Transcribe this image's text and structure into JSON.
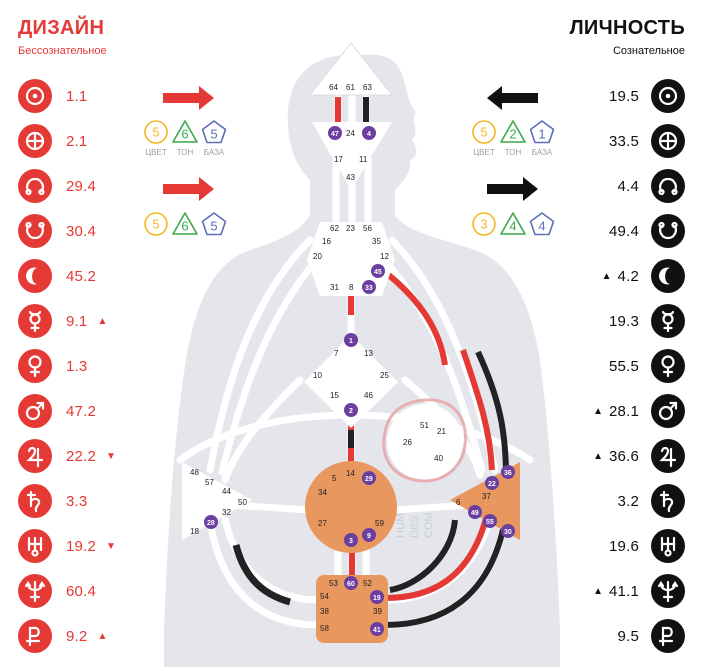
{
  "design": {
    "title": "ДИЗАЙН",
    "subtitle": "Бессознательное",
    "color": "#e53935",
    "rows": [
      {
        "icon": "sun-icon",
        "value": "1.1",
        "marker": ""
      },
      {
        "icon": "earth-icon",
        "value": "2.1",
        "marker": ""
      },
      {
        "icon": "north-node-icon",
        "value": "29.4",
        "marker": ""
      },
      {
        "icon": "south-node-icon",
        "value": "30.4",
        "marker": ""
      },
      {
        "icon": "moon-icon",
        "value": "45.2",
        "marker": ""
      },
      {
        "icon": "mercury-icon",
        "value": "9.1",
        "marker": "▲"
      },
      {
        "icon": "venus-icon",
        "value": "1.3",
        "marker": ""
      },
      {
        "icon": "mars-icon",
        "value": "47.2",
        "marker": ""
      },
      {
        "icon": "jupiter-icon",
        "value": "22.2",
        "marker": "▼"
      },
      {
        "icon": "saturn-icon",
        "value": "3.3",
        "marker": ""
      },
      {
        "icon": "uranus-icon",
        "value": "19.2",
        "marker": "▼"
      },
      {
        "icon": "neptune-icon",
        "value": "60.4",
        "marker": ""
      },
      {
        "icon": "pluto-icon",
        "value": "9.2",
        "marker": "▲"
      }
    ]
  },
  "personality": {
    "title": "ЛИЧНОСТЬ",
    "subtitle": "Сознательное",
    "color": "#111111",
    "rows": [
      {
        "icon": "sun-icon",
        "value": "19.5",
        "marker": ""
      },
      {
        "icon": "earth-icon",
        "value": "33.5",
        "marker": ""
      },
      {
        "icon": "north-node-icon",
        "value": "4.4",
        "marker": ""
      },
      {
        "icon": "south-node-icon",
        "value": "49.4",
        "marker": ""
      },
      {
        "icon": "moon-icon",
        "value": "4.2",
        "marker": "▲"
      },
      {
        "icon": "mercury-icon",
        "value": "19.3",
        "marker": ""
      },
      {
        "icon": "venus-icon",
        "value": "55.5",
        "marker": ""
      },
      {
        "icon": "mars-icon",
        "value": "28.1",
        "marker": "▲"
      },
      {
        "icon": "jupiter-icon",
        "value": "36.6",
        "marker": "▲"
      },
      {
        "icon": "saturn-icon",
        "value": "3.2",
        "marker": ""
      },
      {
        "icon": "uranus-icon",
        "value": "19.6",
        "marker": ""
      },
      {
        "icon": "neptune-icon",
        "value": "41.1",
        "marker": "▲"
      },
      {
        "icon": "pluto-icon",
        "value": "9.5",
        "marker": ""
      }
    ]
  },
  "variables": {
    "labels": {
      "color": "ЦВЕТ",
      "tone": "ТОН",
      "base": "БАЗА"
    },
    "design_top": {
      "color": "5",
      "tone": "6",
      "base": "5"
    },
    "design_bottom": {
      "color": "5",
      "tone": "6",
      "base": "5"
    },
    "personality_top": {
      "color": "5",
      "tone": "2",
      "base": "1"
    },
    "personality_bottom": {
      "color": "3",
      "tone": "4",
      "base": "4"
    },
    "colors": {
      "color": "#f2b824",
      "tone": "#3aa94a",
      "base": "#5c6fb7"
    }
  },
  "watermark": [
    "HUM",
    "DES",
    "COM"
  ],
  "gates": {
    "head": [
      "64",
      "61",
      "63"
    ],
    "ajna": [
      "47",
      "24",
      "4",
      "17",
      "11",
      "43"
    ],
    "throat": [
      "62",
      "23",
      "56",
      "16",
      "35",
      "20",
      "12",
      "45",
      "31",
      "8",
      "33"
    ],
    "g": [
      "1",
      "7",
      "13",
      "10",
      "25",
      "15",
      "46",
      "2"
    ],
    "ego": [
      "51",
      "21",
      "26",
      "40"
    ],
    "spleen": [
      "48",
      "57",
      "44",
      "50",
      "32",
      "28",
      "18"
    ],
    "sacral": [
      "5",
      "14",
      "29",
      "34",
      "27",
      "59",
      "3",
      "9"
    ],
    "solar": [
      "36",
      "22",
      "6",
      "37",
      "49",
      "55",
      "30"
    ],
    "root": [
      "53",
      "60",
      "52",
      "54",
      "19",
      "38",
      "39",
      "58",
      "41"
    ]
  }
}
